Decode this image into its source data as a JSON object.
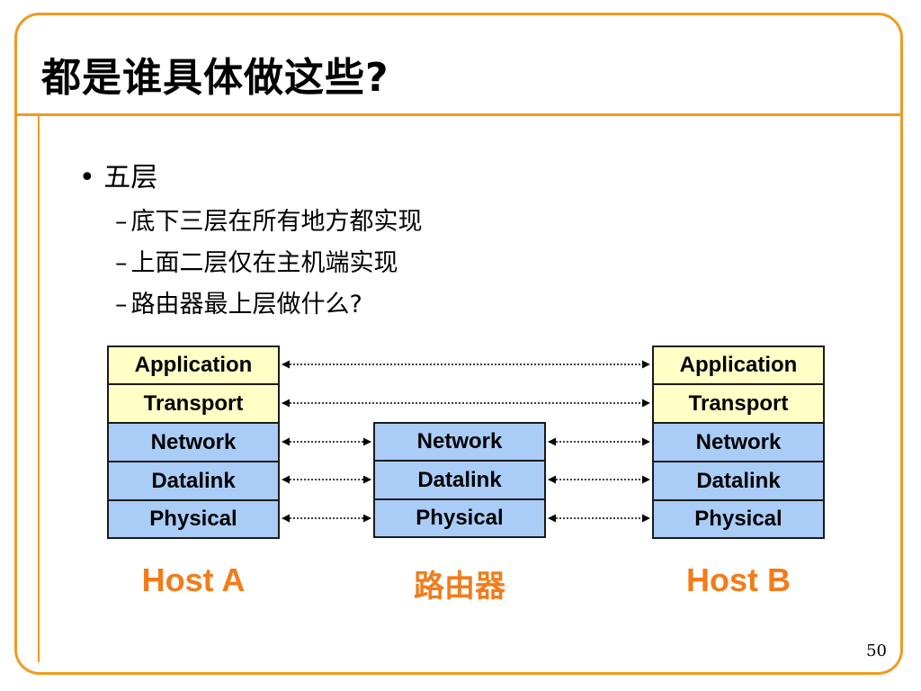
{
  "slide": {
    "title": "都是谁具体做这些?",
    "bullet": "五层",
    "sub_items": [
      "底下三层在所有地方都实现",
      "上面二层仅在主机端实现",
      "路由器最上层做什么?"
    ],
    "dash": "–",
    "bullet_mark": "•",
    "page_number": "50"
  },
  "diagram": {
    "host_a": {
      "label": "Host A",
      "layers": [
        "Application",
        "Transport",
        "Network",
        "Datalink",
        "Physical"
      ]
    },
    "router": {
      "label": "路由器",
      "layers": [
        "Network",
        "Datalink",
        "Physical"
      ]
    },
    "host_b": {
      "label": "Host B",
      "layers": [
        "Application",
        "Transport",
        "Network",
        "Datalink",
        "Physical"
      ]
    }
  },
  "colors": {
    "accent": "#f29a1f",
    "label": "#f27c1a",
    "upper_layer": "#ffffc6",
    "lower_layer": "#a9cdf7"
  }
}
